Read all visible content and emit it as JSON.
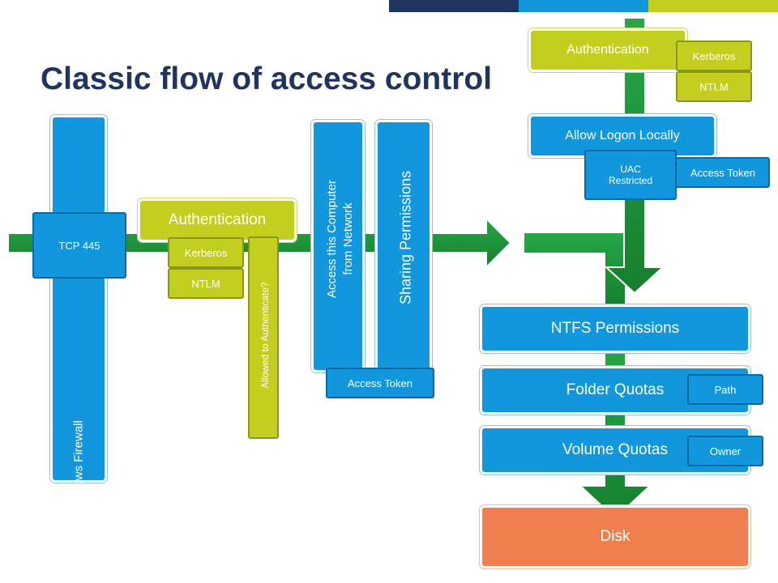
{
  "title": "Classic flow of access control",
  "colors": {
    "blue": "#1296dc",
    "lime": "#c2cf1e",
    "orange": "#ef7f4e",
    "green": "#1e9c3a",
    "navy": "#1f3560"
  },
  "nodes": {
    "windows_firewall": "Windows Firewall",
    "tcp_445": "TCP 445",
    "authentication_main": "Authentication",
    "kerberos_main": "Kerberos",
    "ntlm_main": "NTLM",
    "allowed_to_authenticate": "Allowed to Authenticate?",
    "access_this_computer": [
      "Access this Computer",
      "from Network"
    ],
    "sharing_permissions": "Sharing Permissions",
    "access_token_network": "Access Token",
    "authentication_local": "Authentication",
    "kerberos_local": "Kerberos",
    "ntlm_local": "NTLM",
    "allow_logon_locally": "Allow Logon Locally",
    "uac_restricted": [
      "UAC",
      "Restricted"
    ],
    "access_token_local": "Access Token",
    "ntfs_permissions": "NTFS Permissions",
    "folder_quotas": "Folder Quotas",
    "path": "Path",
    "volume_quotas": "Volume Quotas",
    "owner": "Owner",
    "disk": "Disk"
  }
}
